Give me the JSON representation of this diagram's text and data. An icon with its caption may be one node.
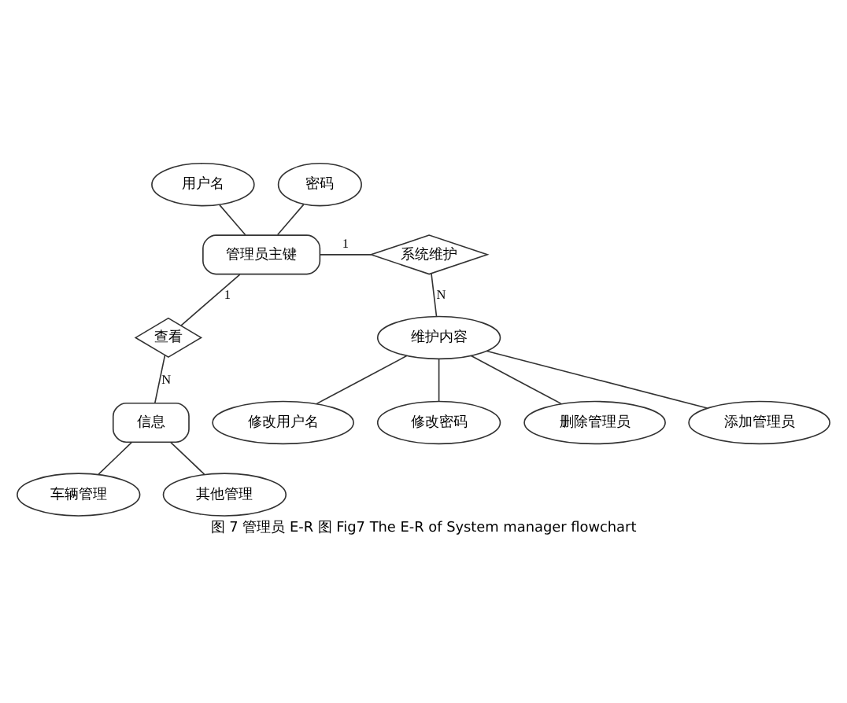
{
  "diagram": {
    "caption": "图 7 管理员 E-R 图 Fig7 The E-R of System manager flowchart",
    "nodes": [
      {
        "text": [
          "用户名"
        ]
      },
      {
        "text": [
          "密码"
        ]
      },
      {
        "text": [
          "管理员主键"
        ]
      },
      {
        "text": [
          "系统维护"
        ]
      },
      {
        "text": [
          "维护内容"
        ]
      },
      {
        "text": [
          "查看"
        ]
      },
      {
        "text": [
          "信息"
        ]
      },
      {
        "text": [
          "修改用户名"
        ]
      },
      {
        "text": [
          "修改密码"
        ]
      },
      {
        "text": [
          "删除管理员"
        ]
      },
      {
        "text": [
          "添加管理员"
        ]
      },
      {
        "text": [
          "车辆管理"
        ]
      },
      {
        "text": [
          "其他管理"
        ]
      }
    ],
    "edges": [
      {
        "from": 0,
        "to": 2,
        "arrow": "none"
      },
      {
        "from": 1,
        "to": 2,
        "arrow": "none"
      },
      {
        "from": 2,
        "to": 3,
        "arrow": "none",
        "label": "1"
      },
      {
        "from": 3,
        "to": 4,
        "arrow": "none",
        "label": "N"
      },
      {
        "from": 2,
        "to": 5,
        "arrow": "none",
        "label": "1"
      },
      {
        "from": 5,
        "to": 6,
        "arrow": "none",
        "label": "N"
      },
      {
        "from": 4,
        "to": 7,
        "arrow": "none"
      },
      {
        "from": 4,
        "to": 8,
        "arrow": "none"
      },
      {
        "from": 4,
        "to": 9,
        "arrow": "none"
      },
      {
        "from": 4,
        "to": 10,
        "arrow": "none"
      },
      {
        "from": 6,
        "to": 11,
        "arrow": "none"
      },
      {
        "from": 6,
        "to": 12,
        "arrow": "none"
      }
    ]
  }
}
